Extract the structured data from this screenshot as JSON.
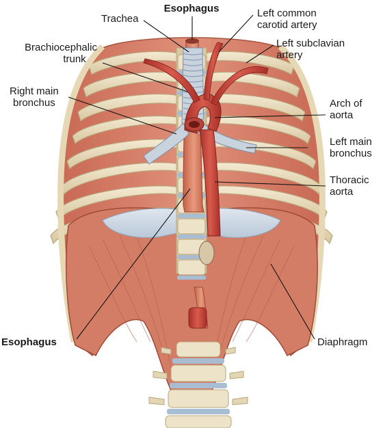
{
  "labels": {
    "esophagus_top": "Esophagus",
    "trachea": "Trachea",
    "left_common_carotid": [
      "Left common",
      "carotid artery"
    ],
    "left_subclavian": [
      "Left subclavian",
      "artery"
    ],
    "brachiocephalic": [
      "Brachiocephalic",
      "trunk"
    ],
    "right_main_bronchus": [
      "Right main",
      "bronchus"
    ],
    "arch_of_aorta": [
      "Arch of",
      "aorta"
    ],
    "left_main_bronchus": [
      "Left main",
      "bronchus"
    ],
    "thoracic_aorta": [
      "Thoracic",
      "aorta"
    ],
    "esophagus_bottom": "Esophagus",
    "diaphragm": "Diaphragm"
  },
  "colors": {
    "muscle": "#d9826c",
    "muscle_dark": "#b5523f",
    "rib": "#e8dcc0",
    "rib_edge": "#b9a57c",
    "cartilage": "#c9d3de",
    "aorta": "#c8443a",
    "esophagus": "#d7775d",
    "vertebra": "#ece3c9",
    "disc": "#a9bdd2",
    "leader": "#111111"
  }
}
